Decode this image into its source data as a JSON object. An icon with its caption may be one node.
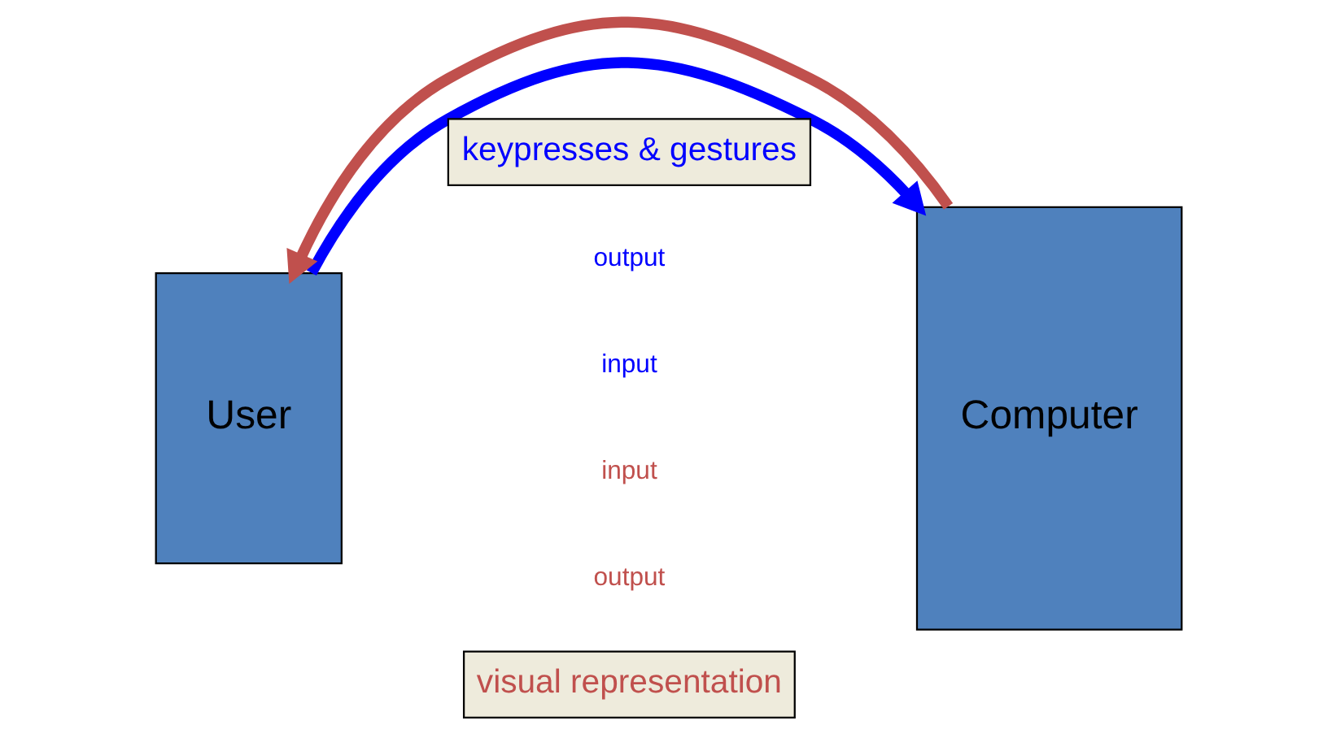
{
  "diagram": {
    "nodes": [
      {
        "text": [
          "User"
        ]
      },
      {
        "text": [
          "Computer"
        ]
      },
      {
        "text": [
          "keypresses & gestures"
        ]
      },
      {
        "text": [
          "visual representation"
        ]
      }
    ],
    "edges": [
      {
        "from": 0,
        "to": 1,
        "arrow": "to",
        "color": "#0000ff"
      },
      {
        "from": 1,
        "to": 0,
        "arrow": "to",
        "color": "#c0504d"
      }
    ],
    "labels": [
      "output",
      "input",
      "input",
      "output"
    ]
  }
}
